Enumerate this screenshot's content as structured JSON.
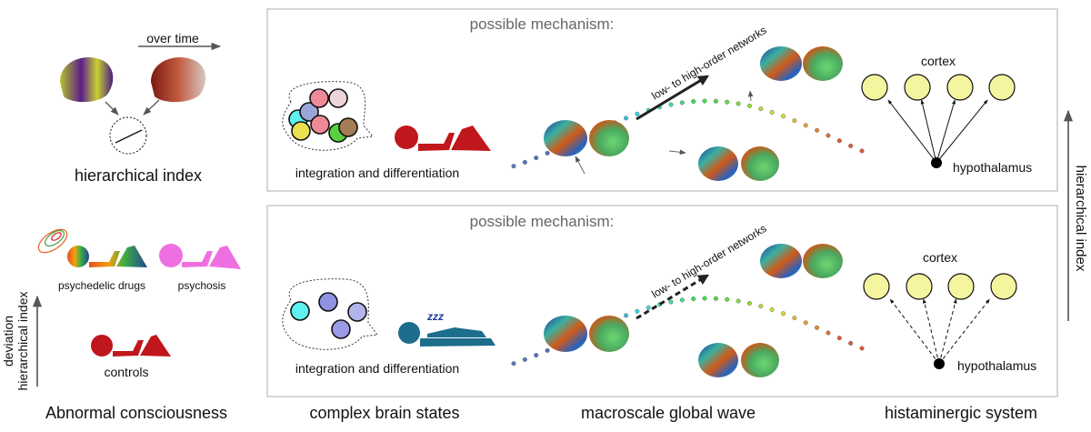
{
  "left_panel": {
    "over_time": "over time",
    "hierarchical_index": "hierarchical index",
    "psychedelic_drugs": "psychedelic drugs",
    "psychosis": "psychosis",
    "controls": "controls",
    "axis_label_line1": "deviation",
    "axis_label_line2": "hierarchical index",
    "title": "Abnormal consciousness"
  },
  "top_box": {
    "heading": "possible mechanism:",
    "integration": "integration and differentiation",
    "arrow_label": "low- to high-order networks",
    "cortex": "cortex",
    "hypothalamus": "hypothalamus",
    "figure_color": "#c0171c",
    "circle_colors": [
      "#5ff0f0",
      "#9aa6d8",
      "#ee8a98",
      "#ecd4d8",
      "#ee8a98",
      "#ede050",
      "#58d040",
      "#a47c55"
    ]
  },
  "bottom_box": {
    "heading": "possible mechanism:",
    "integration": "integration and differentiation",
    "arrow_label": "low- to high-order networks",
    "sleep_symbol": "zzz",
    "cortex": "cortex",
    "hypothalamus": "hypothalamus",
    "figure_color": "#1d6d8c",
    "circle_colors": [
      "#5ff0f0",
      "#8f92e0",
      "#9a9ae6",
      "#b4b4ec"
    ]
  },
  "right_axis_label": "hierarchical index",
  "bottom_labels": {
    "brain_states": "complex brain states",
    "global_wave": "macroscale global wave",
    "histaminergic": "histaminergic system"
  },
  "colors": {
    "neuron_fill": "#f5f5a0",
    "box_border": "#c8c8c8",
    "psychosis": "#ee70e0",
    "controls": "#c0171c"
  }
}
